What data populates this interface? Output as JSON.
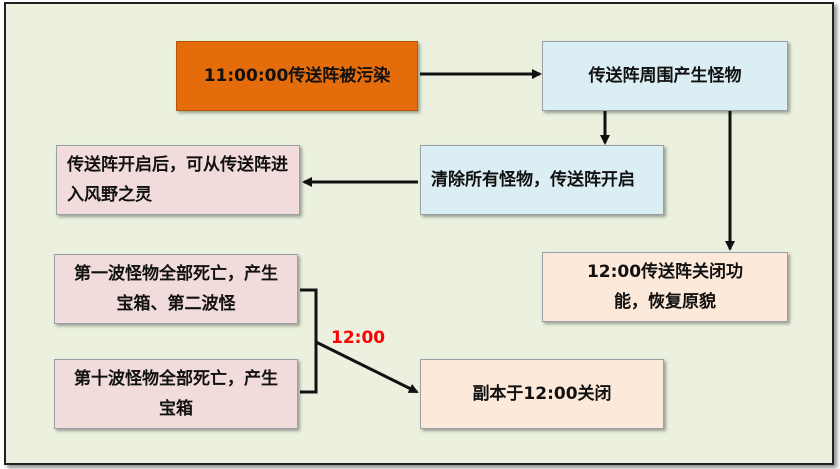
{
  "nodes": {
    "polluted": "11:00:00传送阵被污染",
    "monsters": "传送阵周围产生怪物",
    "clear_open": "清除所有怪物，传送阵开启",
    "after_open": "传送阵开启后，可从传送阵进入风野之灵",
    "close_func": "12:00传送阵关闭功能，恢复原貌",
    "wave1": "第一波怪物全部死亡，产生宝箱、第二波怪",
    "wave10": "第十波怪物全部死亡，产生宝箱",
    "dungeon_close": "副本于12:00关闭"
  },
  "time_label": "12:00",
  "colors": {
    "background": "#ebf1de",
    "orange": "#e46c0a",
    "blue": "#dbeef4",
    "peach": "#fde9d9",
    "pink": "#f2dcdb",
    "red_text": "#ff0000"
  }
}
